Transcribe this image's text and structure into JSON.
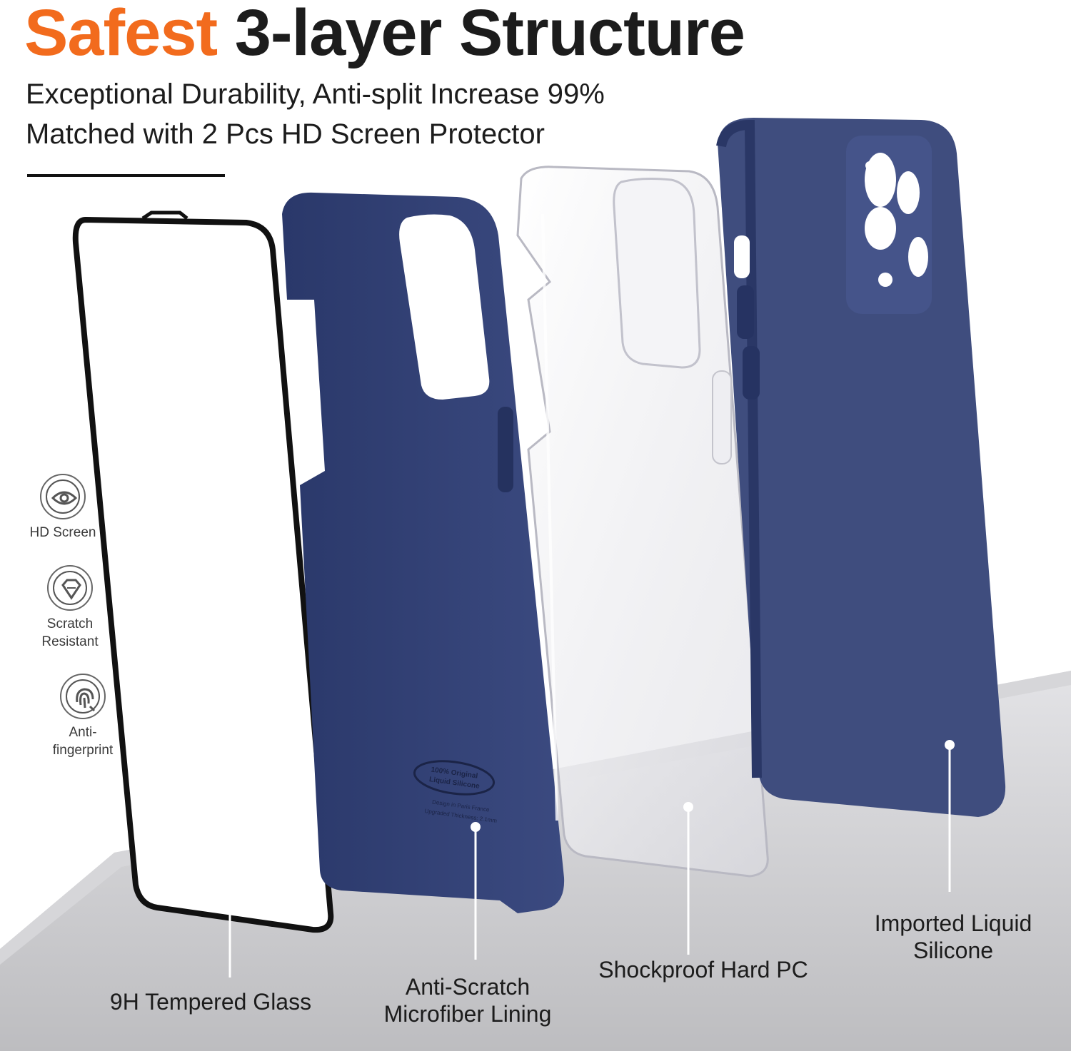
{
  "header": {
    "title_accent": "Safest",
    "title_rest": "3-layer Structure",
    "line1": "Exceptional Durability, Anti-split Increase 99%",
    "line2": "Matched with 2 Pcs HD Screen Protector"
  },
  "features": [
    {
      "label": "HD Screen",
      "icon": "eye-icon"
    },
    {
      "label_line1": "Scratch",
      "label_line2": "Resistant",
      "icon": "diamond-icon"
    },
    {
      "label_line1": "Anti-",
      "label_line2": "fingerprint",
      "icon": "fingerprint-icon"
    }
  ],
  "layers": [
    {
      "label": "9H Tempered Glass"
    },
    {
      "label_line1": "Anti-Scratch",
      "label_line2": "Microfiber Lining",
      "stamp_line1": "100% Original",
      "stamp_line2": "Liquid Silicone",
      "stamp_line3": "Design in Paris France",
      "stamp_line4": "Upgraded Thickness: 2.1mm"
    },
    {
      "label": "Shockproof Hard PC"
    },
    {
      "label_line1": "Imported Liquid",
      "label_line2": "Silicone"
    }
  ],
  "colors": {
    "accent": "#f26b1d",
    "case_navy": "#2f3f72",
    "floor_gray": "#c9c9cc"
  }
}
